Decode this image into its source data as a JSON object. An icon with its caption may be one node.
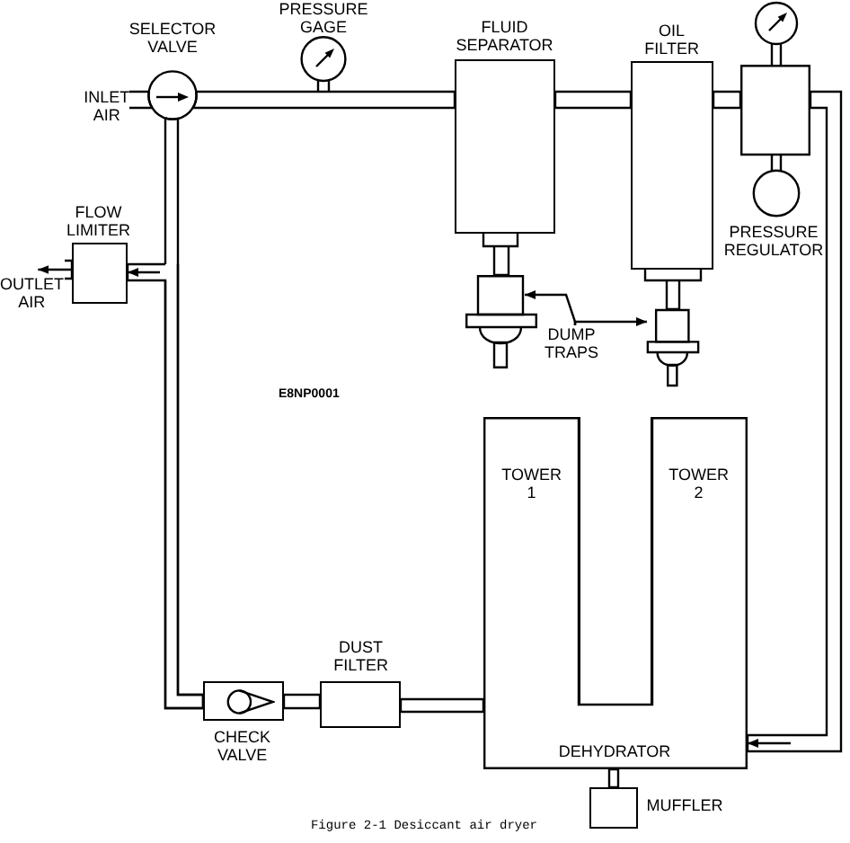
{
  "diagram": {
    "caption": "Figure 2-1 Desiccant air dryer",
    "nodes": [
      {
        "text": [
          "SELECTOR VALVE"
        ]
      },
      {
        "text": [
          "PRESSURE GAGE"
        ]
      },
      {
        "text": [
          "FLUID SEPARATOR"
        ]
      },
      {
        "text": [
          "OIL FILTER"
        ]
      },
      {
        "text": [
          "PRESSURE REGULATOR"
        ]
      },
      {
        "text": [
          "INLET AIR"
        ]
      },
      {
        "text": [
          "FLOW LIMITER"
        ]
      },
      {
        "text": [
          "OUTLET AIR"
        ]
      },
      {
        "text": [],
        "shape": "picture"
      },
      {
        "text": [
          "DUMP TRAPS"
        ]
      },
      {
        "text": [],
        "shape": "picture"
      },
      {
        "text": [
          "DEHYDRATOR"
        ]
      },
      {
        "text": [
          "TOWER 1"
        ],
        "in": 11
      },
      {
        "text": [
          "TOWER 2"
        ],
        "in": 11
      },
      {
        "text": [
          "DUST FILTER"
        ]
      },
      {
        "text": [
          "CHECK VALVE"
        ]
      },
      {
        "text": [
          "MUFFLER"
        ]
      }
    ],
    "edges": [
      {
        "from": 5,
        "to": 0,
        "arrow": "none"
      },
      {
        "from": 0,
        "to": 2,
        "arrow": "none"
      },
      {
        "from": 2,
        "to": 3,
        "arrow": "none"
      },
      {
        "from": 3,
        "to": 4,
        "arrow": "none"
      },
      {
        "from": 4,
        "to": 11,
        "arrow": "to"
      },
      {
        "from": 11,
        "to": 14,
        "arrow": "none"
      },
      {
        "from": 14,
        "to": 15,
        "arrow": "none"
      },
      {
        "from": 15,
        "to": 6,
        "arrow": "to"
      },
      {
        "from": 15,
        "to": 0,
        "arrow": "none"
      },
      {
        "from": 6,
        "to": 7,
        "arrow": "to"
      },
      {
        "from": 9,
        "to": 8,
        "arrow": "to"
      },
      {
        "from": 9,
        "to": 10,
        "arrow": "to"
      },
      {
        "from": 11,
        "to": 16,
        "arrow": "none"
      },
      {
        "from": 2,
        "to": 8,
        "arrow": "none"
      },
      {
        "from": 3,
        "to": 10,
        "arrow": "none"
      }
    ],
    "labels": [
      "E8NP0001"
    ]
  }
}
